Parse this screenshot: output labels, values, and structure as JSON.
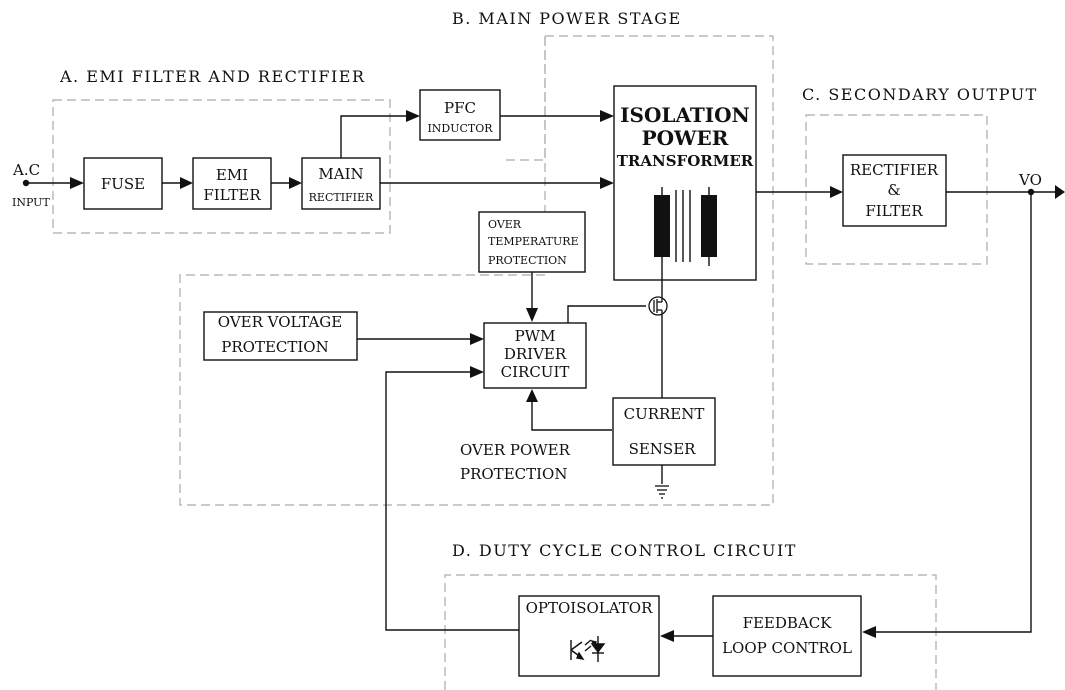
{
  "sections": {
    "a": "A. EMI FILTER AND RECTIFIER",
    "b": "B. MAIN  POWER  STAGE",
    "c": "C.  SECONDARY  OUTPUT",
    "d": "D.  DUTY  CYCLE  CONTROL  CIRCUIT"
  },
  "input": {
    "line1": "A.C",
    "line2": "INPUT"
  },
  "blocks": {
    "fuse": {
      "line1": "FUSE"
    },
    "emi_filter": {
      "line1": "EMI",
      "line2": "FILTER"
    },
    "main_rectifier": {
      "line1": "MAIN",
      "line2": "RECTIFIER"
    },
    "pfc_inductor": {
      "line1": "PFC",
      "line2": "INDUCTOR"
    },
    "transformer": {
      "line1": "ISOLATION",
      "line2": "POWER",
      "line3": "TRANSFORMER"
    },
    "rectifier_filter": {
      "line1": "RECTIFIER",
      "line2": "&",
      "line3": "FILTER"
    },
    "over_temperature": {
      "line1": "OVER",
      "line2": "TEMPERATURE",
      "line3": "PROTECTION"
    },
    "over_voltage": {
      "line1": "OVER VOLTAGE",
      "line2": "PROTECTION"
    },
    "pwm_driver": {
      "line1": "PWM",
      "line2": "DRIVER",
      "line3": "CIRCUIT"
    },
    "current_sensor": {
      "line1": "CURRENT",
      "line2": "SENSER"
    },
    "optoisolator": {
      "line1": "OPTOISOLATOR"
    },
    "feedback_loop": {
      "line1": "FEEDBACK",
      "line2": "LOOP CONTROL"
    }
  },
  "over_power": {
    "line1": "OVER POWER",
    "line2": "PROTECTION"
  },
  "output_label": "VO"
}
